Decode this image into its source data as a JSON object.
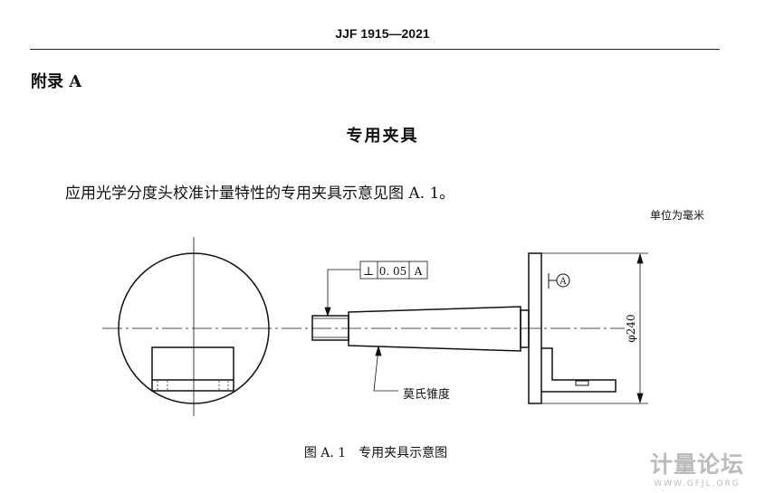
{
  "header": "JJF 1915—2021",
  "appendix": "附录 A",
  "section_title": "专用夹具",
  "paragraph": "应用光学分度头校准计量特性的专用夹具示意见图 A. 1。",
  "unit_note": "单位为毫米",
  "figure": {
    "tolerance_symbol": "⊥",
    "tolerance_value": "0. 05",
    "tolerance_datum": "A",
    "datum_label": "A",
    "diameter_label": "φ240",
    "taper_label": "莫氏锥度"
  },
  "caption": "图 A. 1　专用夹具示意图",
  "watermark": {
    "title": "计量论坛",
    "url": "WWW.GFJL.ORG"
  }
}
